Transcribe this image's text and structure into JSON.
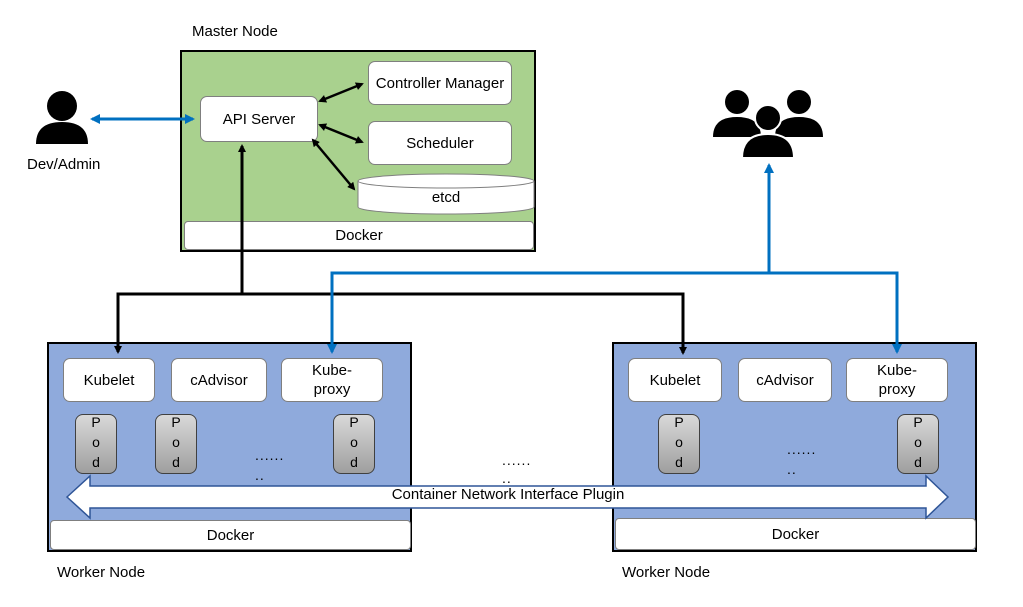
{
  "master": {
    "title": "Master Node",
    "api_server": "API Server",
    "controller_manager": "Controller Manager",
    "scheduler": "Scheduler",
    "etcd": "etcd",
    "docker": "Docker"
  },
  "dev_admin": {
    "label": "Dev/Admin"
  },
  "workers": [
    {
      "title": "Worker Node",
      "kubelet": "Kubelet",
      "cadvisor": "cAdvisor",
      "kube_proxy": "Kube-proxy",
      "pod_text": "Pod",
      "dots_a": "......",
      "dots_b": "..",
      "docker": "Docker"
    },
    {
      "title": "Worker Node",
      "kubelet": "Kubelet",
      "cadvisor": "cAdvisor",
      "kube_proxy": "Kube-proxy",
      "pod_text": "Pod",
      "dots_a": "......",
      "dots_b": "..",
      "docker": "Docker"
    }
  ],
  "between_nodes_dots": {
    "a": "......",
    "b": ".."
  },
  "cni": {
    "label": "Container Network Interface Plugin"
  },
  "icons": {
    "admin": "person-icon",
    "users": "users-group-icon"
  },
  "colors": {
    "master_bg": "#a9d18e",
    "worker_bg": "#8faadc",
    "blue_arrow": "#0070c0",
    "black_arrow": "#000000"
  }
}
